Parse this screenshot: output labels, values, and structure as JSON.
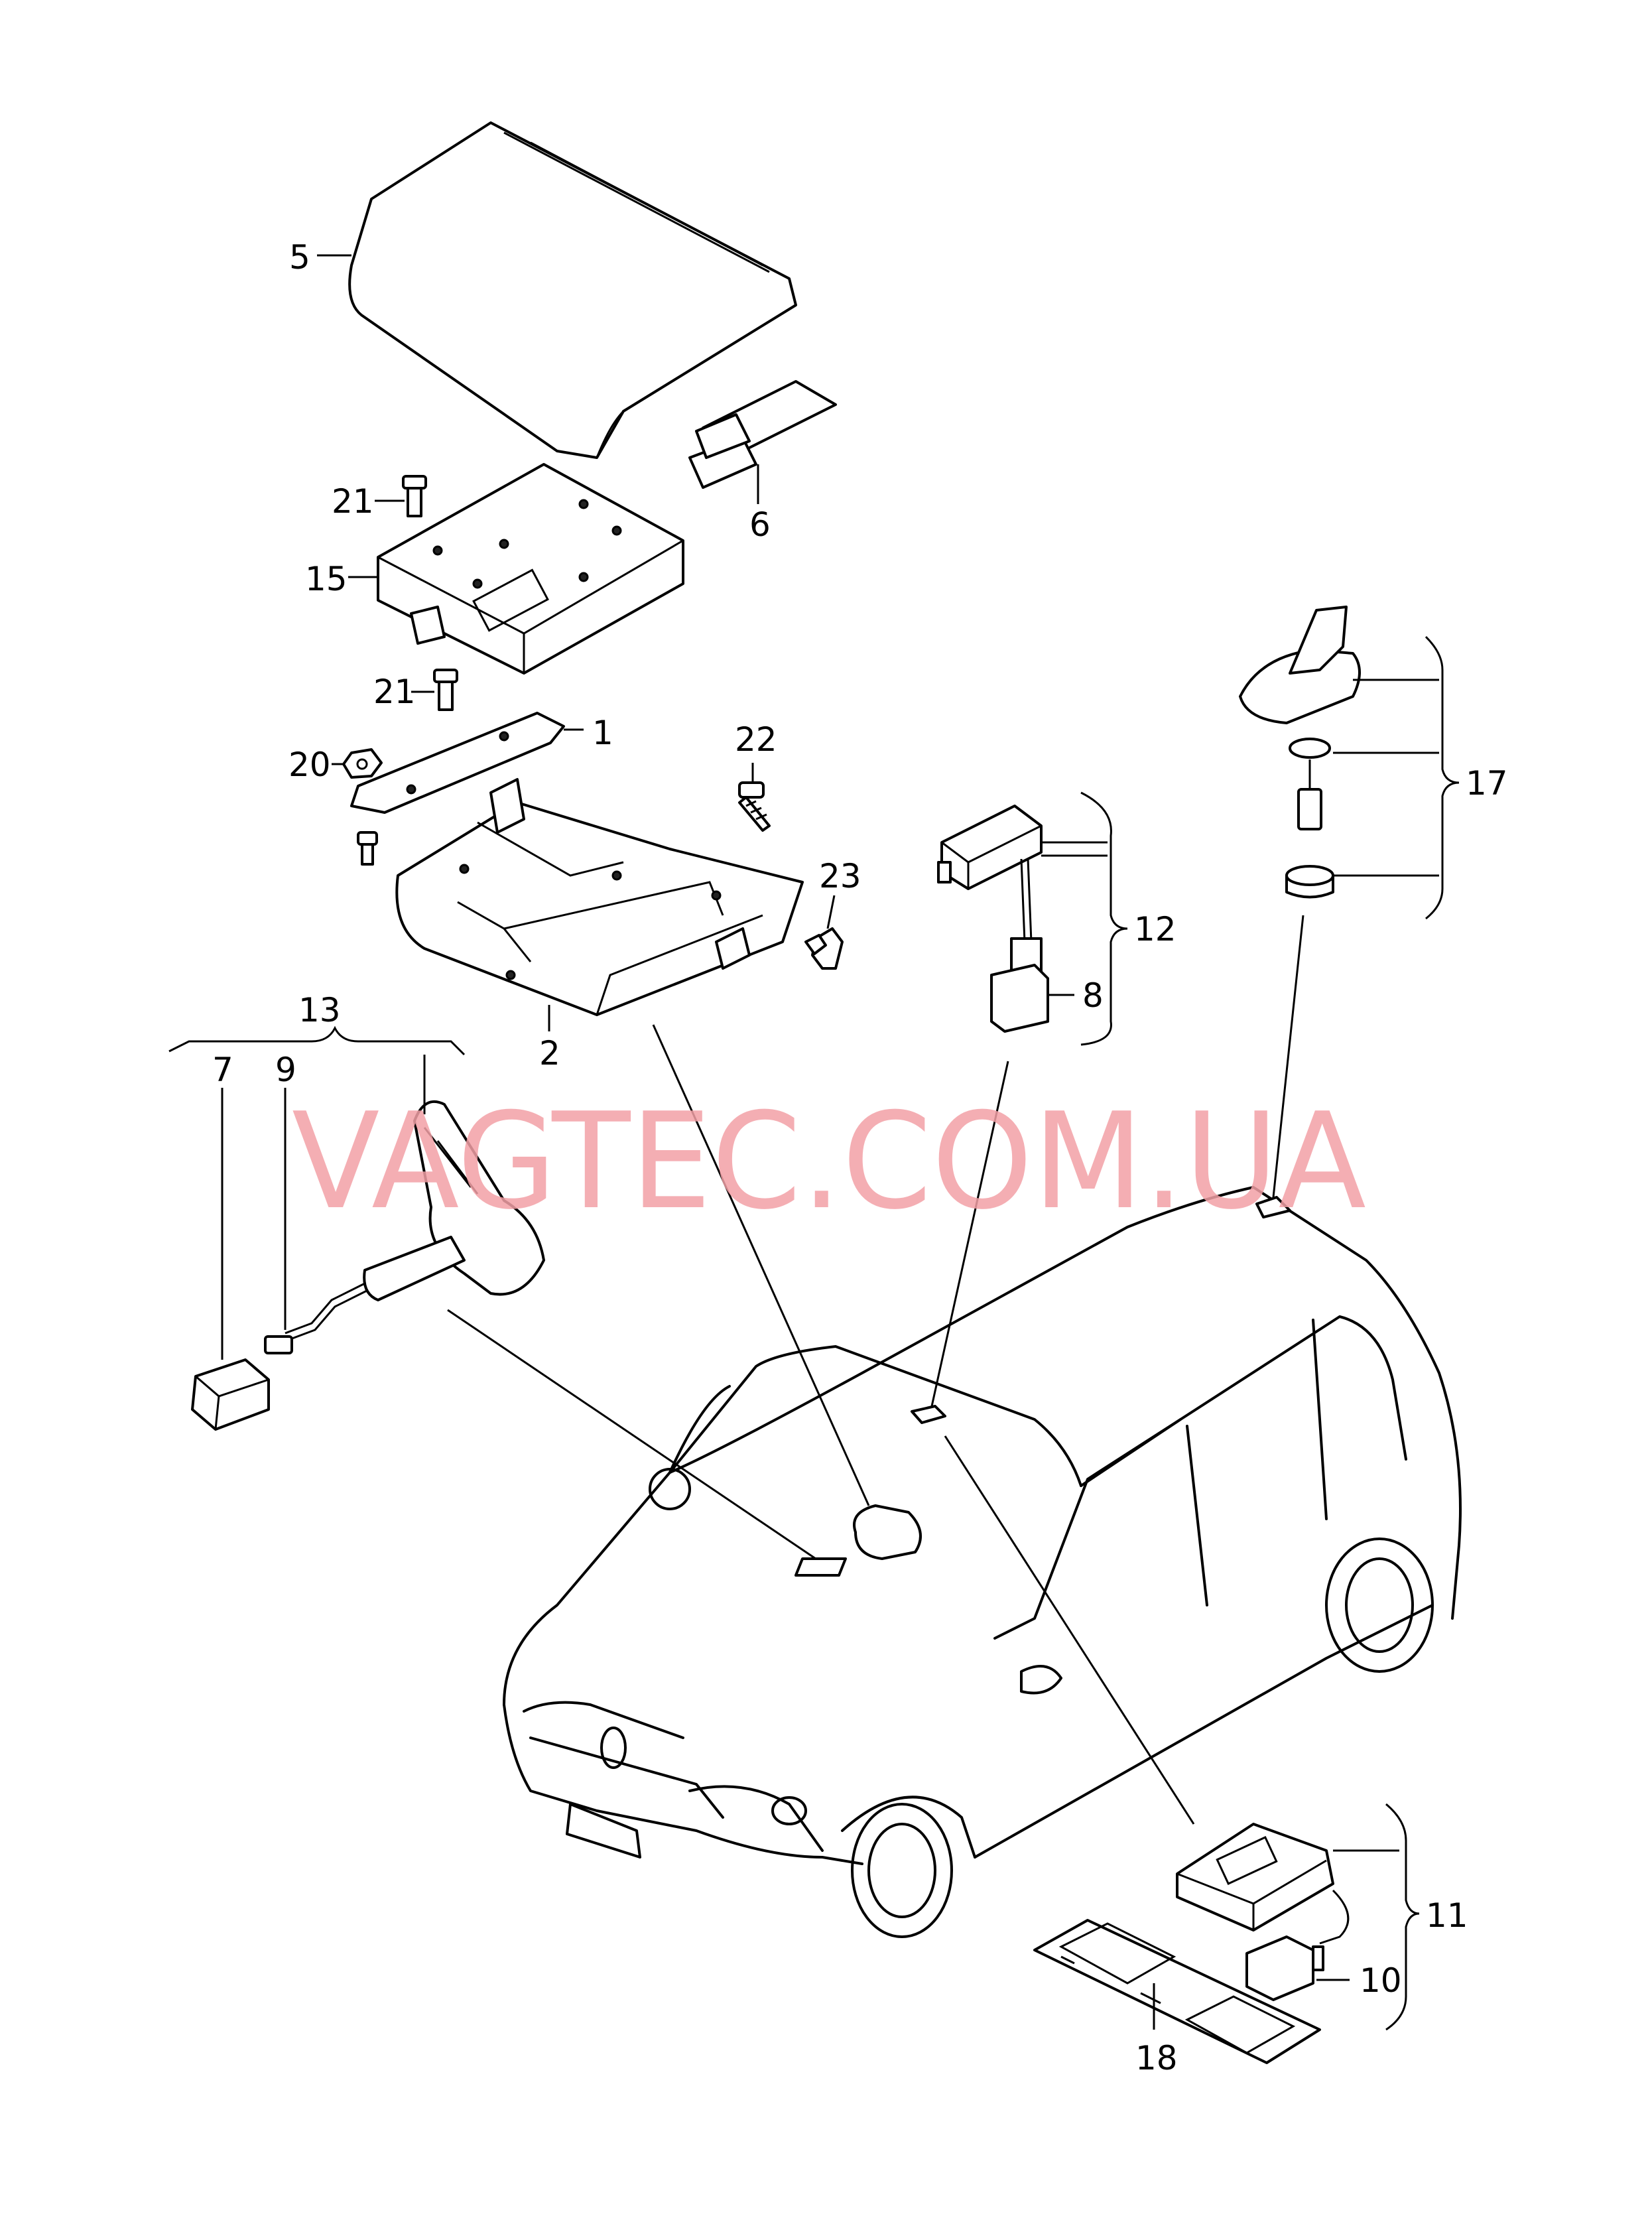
{
  "watermark": "VAGTEC.COM.UA",
  "callouts": {
    "c1": "1",
    "c2": "2",
    "c5": "5",
    "c6": "6",
    "c7": "7",
    "c8": "8",
    "c9": "9",
    "c10": "10",
    "c11": "11",
    "c12": "12",
    "c13": "13",
    "c15": "15",
    "c17": "17",
    "c18": "18",
    "c20": "20",
    "c21a": "21",
    "c21b": "21",
    "c22": "22",
    "c23": "23"
  },
  "colors": {
    "line": "#000000",
    "watermark": "#f3a0a6",
    "background": "#ffffff"
  }
}
